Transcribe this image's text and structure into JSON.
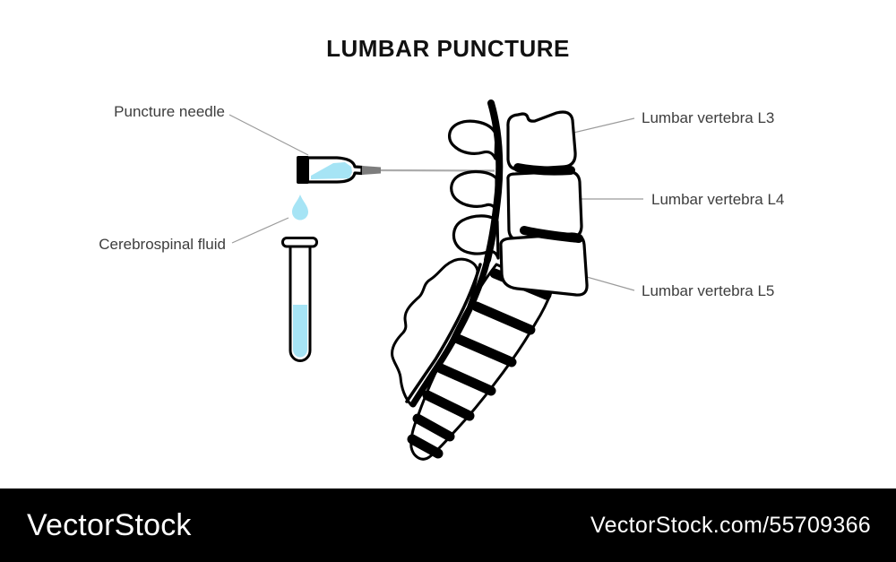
{
  "title": "LUMBAR PUNCTURE",
  "labels": {
    "puncture_needle": "Puncture needle",
    "cerebrospinal_fluid": "Cerebrospinal fluid",
    "l3": "Lumbar vertebra L3",
    "l4": "Lumbar vertebra L4",
    "l5": "Lumbar vertebra L5"
  },
  "footer": {
    "brand": "VectorStock",
    "watermark": "VectorStock.com/55709366"
  },
  "colors": {
    "background": "#ffffff",
    "fluid": "#a6e4f5",
    "outline": "#000000",
    "label_text": "#3d3d3d",
    "leader_line": "#9b9b9b",
    "needle_gray": "#7d7d7d",
    "needle_shaft": "#ababab",
    "footer_bg": "#000000",
    "footer_text": "#ffffff"
  }
}
